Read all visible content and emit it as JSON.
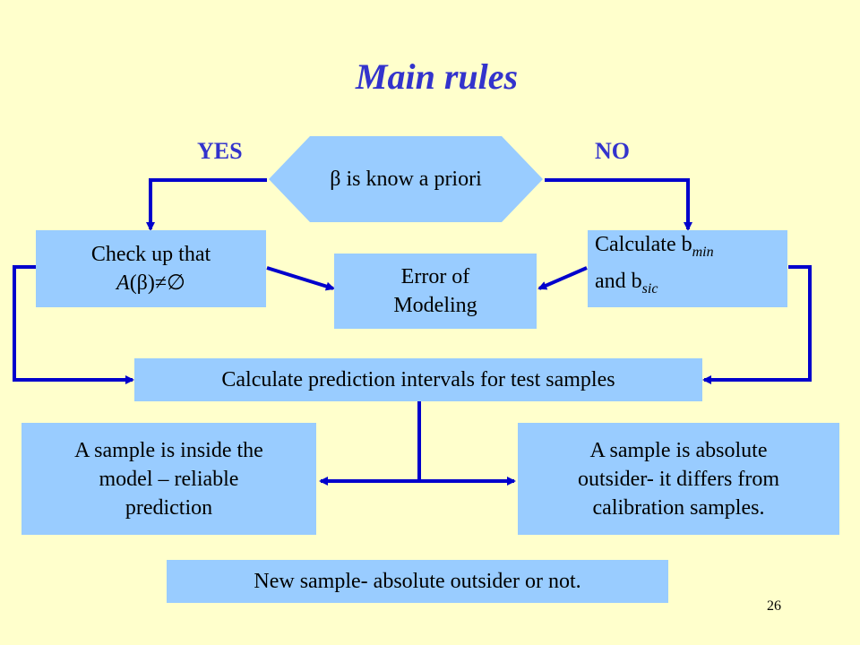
{
  "title": "Main rules",
  "labels": {
    "yes": "YES",
    "no": "NO"
  },
  "decision": {
    "text": "β is know a priori"
  },
  "check": {
    "line1": "Check up that",
    "line2_prefix": "A",
    "line2_rest": "(β)≠∅"
  },
  "error": {
    "line1": "Error of",
    "line2": "Modeling"
  },
  "calc_b": {
    "part1": "Calculate b",
    "sub1": "min",
    "part2": "and b",
    "sub2": "sic"
  },
  "prediction": {
    "text": "Calculate prediction intervals for test samples"
  },
  "inside": {
    "line1": "A sample is inside the",
    "line2": "model – reliable",
    "line3": "prediction"
  },
  "outsider": {
    "line1": "A sample is absolute",
    "line2": "outsider- it differs from",
    "line3": "calibration samples."
  },
  "bottom": {
    "text": "New sample- absolute outsider or not."
  },
  "page_number": "26",
  "colors": {
    "background": "#ffffcc",
    "box": "#99ccff",
    "arrow": "#0000cc",
    "title": "#3333cc"
  }
}
